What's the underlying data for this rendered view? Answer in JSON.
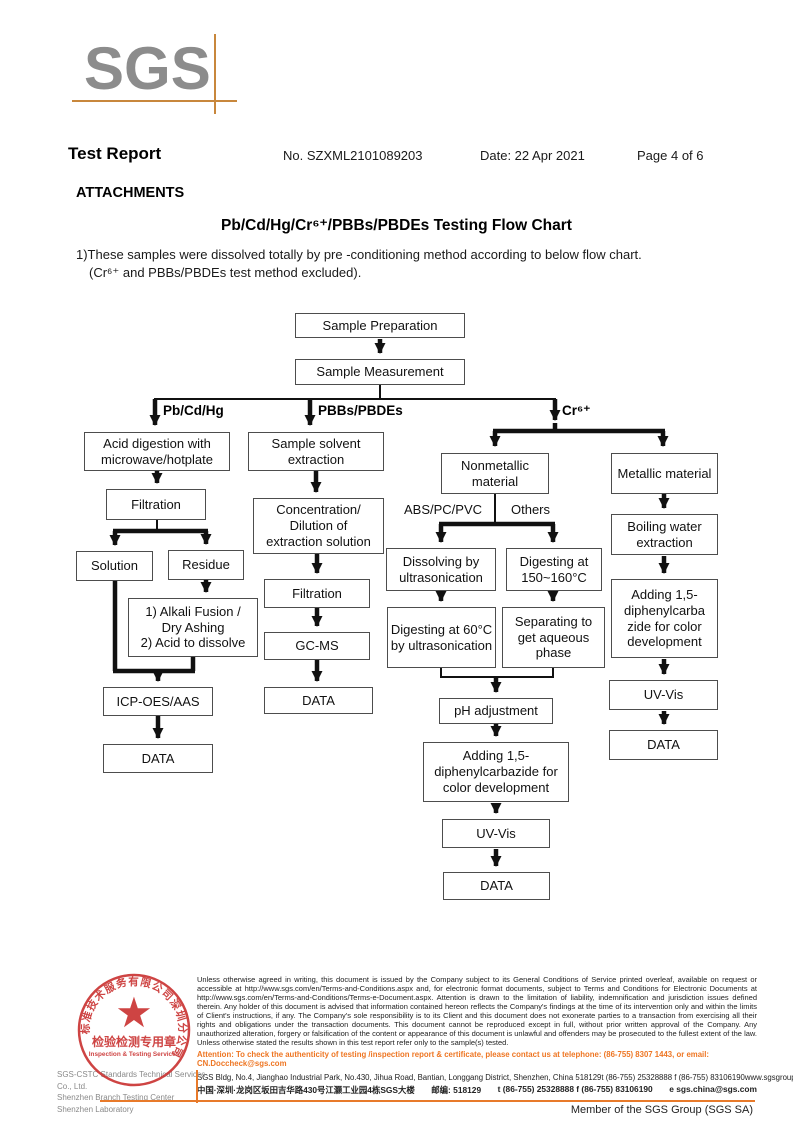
{
  "header": {
    "logo_text": "SGS",
    "title": "Test Report",
    "report_no": "No. SZXML2101089203",
    "date": "Date: 22 Apr 2021",
    "page": "Page 4 of 6"
  },
  "attachments": {
    "heading": "ATTACHMENTS",
    "chart_title": "Pb/Cd/Hg/Cr⁶⁺/PBBs/PBDEs Testing Flow Chart",
    "note_line1": "1)These samples were dissolved totally by pre -conditioning method according to below flow chart.",
    "note_line2": "(Cr⁶⁺ and PBBs/PBDEs test method excluded)."
  },
  "flowchart": {
    "branch_labels": {
      "left": "Pb/Cd/Hg",
      "middle": "PBBs/PBDEs",
      "right": "Cr⁶⁺"
    },
    "sub_labels": {
      "abs": "ABS/PC/PVC",
      "others": "Others"
    },
    "boxes": {
      "sample_preparation": "Sample Preparation",
      "sample_measurement": "Sample Measurement",
      "acid_digestion": "Acid digestion with microwave/hotplate",
      "filtration_1": "Filtration",
      "solution": "Solution",
      "residue": "Residue",
      "alkali_fusion": "1) Alkali Fusion /\nDry Ashing\n2) Acid to dissolve",
      "icp_oes_aas": "ICP-OES/AAS",
      "data_1": "DATA",
      "sample_solvent": "Sample solvent extraction",
      "concentration": "Concentration/\nDilution of\nextraction solution",
      "filtration_2": "Filtration",
      "gc_ms": "GC-MS",
      "data_2": "DATA",
      "nonmetallic": "Nonmetallic material",
      "metallic": "Metallic material",
      "dissolving": "Dissolving by ultrasonication",
      "digesting_150": "Digesting at 150~160°C",
      "digesting_60": "Digesting at 60°C by ultrasonication",
      "separating": "Separating to get aqueous phase",
      "boiling": "Boiling water extraction",
      "adding_right": "Adding 1,5-\ndiphenylcarba\nzide for color\ndevelopment",
      "ph_adjustment": "pH adjustment",
      "adding_mid": "Adding 1,5-\ndiphenylcarbazide for\ncolor development",
      "uv_vis_mid": "UV-Vis",
      "data_mid": "DATA",
      "uv_vis_right": "UV-Vis",
      "data_right": "DATA"
    }
  },
  "footer": {
    "legal_text": "Unless otherwise agreed in writing, this document is issued by the Company subject to its General Conditions of Service printed overleaf, available on request or accessible at http://www.sgs.com/en/Terms-and-Conditions.aspx and, for electronic format documents, subject to Terms and Conditions for Electronic Documents at http://www.sgs.com/en/Terms-and-Conditions/Terms-e-Document.aspx. Attention is drawn to the limitation of liability, indemnification and jurisdiction issues defined therein. Any holder of this document is advised that information contained hereon reflects the Company's findings at the time of its intervention only and within the limits of Client's instructions, if any. The Company's sole responsibility is to its Client and this document does not exonerate parties to a transaction from exercising all their rights and obligations under the transaction documents. This document cannot be reproduced except in full, without prior written approval of the Company. Any unauthorized alteration, forgery or falsification of the content or appearance of this document is unlawful and offenders may be prosecuted to the fullest extent of the law. Unless otherwise stated the results shown in this test report refer only to the sample(s) tested.",
    "attention_text": "Attention: To check the authenticity of testing /inspection report & certificate, please contact us at telephone: (86-755) 8307 1443, or email: CN.Doccheck@sgs.com",
    "company_line1": "SGS-CSTC Standards Technical Services Co., Ltd.",
    "company_line2": "Shenzhen Branch Testing Center Shenzhen Laboratory",
    "address_line1": "SGS Bldg, No.4, Jianghao Industrial Park, No.430, Jihua Road, Bantian, Longgang District, Shenzhen, China 518129",
    "contact_line1": "t (86-755) 25328888   f (86-755) 83106190",
    "website": "www.sgsgroup.com.cn",
    "address_line2": "中国·深圳·龙岗区坂田吉华路430号江灏工业园4栋SGS大楼",
    "zip_line2": "邮编: 518129",
    "contact_line2": "t (86-755) 25328888   f (86-755) 83106190",
    "email": "e sgs.china@sgs.com",
    "member_text": "Member of the SGS Group (SGS SA)",
    "stamp": {
      "ring_text": "通标标准技术服务有限公司深圳分公司",
      "line1": "检验检测专用章",
      "line2": "Inspection & Testing Services",
      "star_glyph": "★"
    }
  },
  "colors": {
    "sgs_orange": "#e87a2a",
    "logo_gray": "#8c8c8c",
    "crosshair_tan": "#c8873c",
    "stamp_red": "#c9302f",
    "attention_orange": "#ee7623"
  }
}
